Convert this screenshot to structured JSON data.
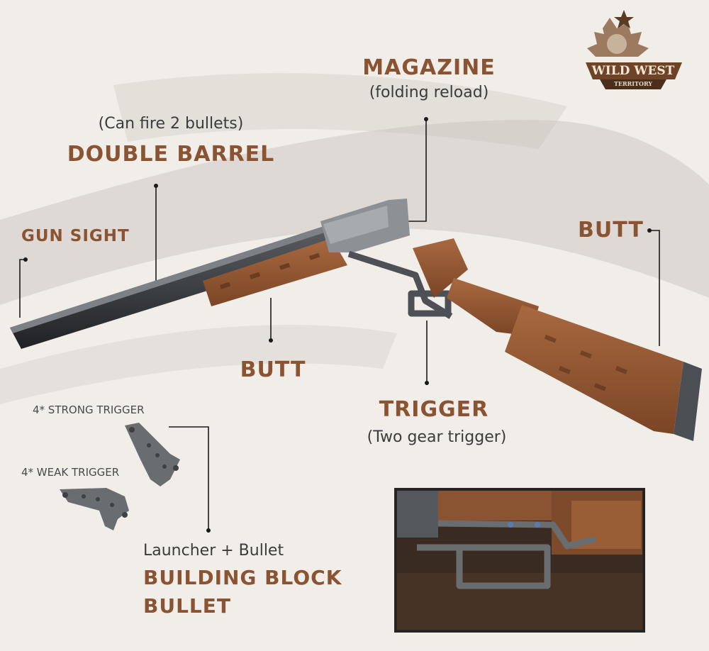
{
  "logo": {
    "line1": "WILD WEST",
    "line2": "TERRITORY"
  },
  "labels": {
    "magazine": "MAGAZINE",
    "magazine_note": "(folding reload)",
    "double_barrel_note": "(Can fire 2 bullets)",
    "double_barrel": "DOUBLE BARREL",
    "gun_sight": "GUN SIGHT",
    "butt_right": "BUTT",
    "butt_center": "BUTT",
    "trigger": "TRIGGER",
    "trigger_note": "(Two gear trigger)",
    "strong_trigger": "4* STRONG TRIGGER",
    "weak_trigger": "4* WEAK TRIGGER",
    "launcher_bullet": "Launcher + Bullet",
    "building_block": "BUILDING BLOCK",
    "bullet": "BULLET"
  },
  "colors": {
    "wood": "#8a5331",
    "barrel": "#2f3236",
    "gray_part": "#6a6d70",
    "background": "#f1eeea"
  }
}
